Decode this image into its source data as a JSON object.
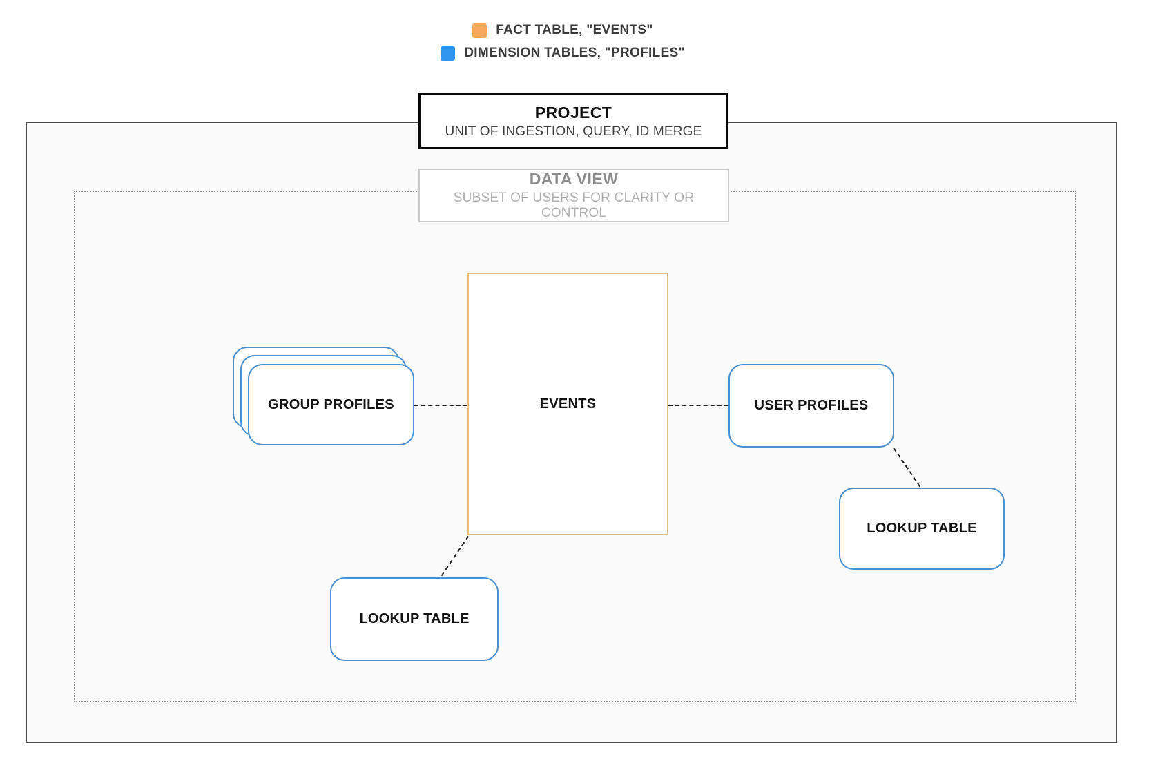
{
  "legend": {
    "items": [
      {
        "id": "fact",
        "swatch_color": "#F6A95C",
        "label": "FACT TABLE, \"EVENTS\""
      },
      {
        "id": "dimension",
        "swatch_color": "#2F96F0",
        "label": "DIMENSION TABLES, \"PROFILES\""
      }
    ]
  },
  "containers": {
    "project": {
      "title": "PROJECT",
      "subtitle": "UNIT OF INGESTION, QUERY, ID MERGE"
    },
    "data_view": {
      "title": "DATA VIEW",
      "subtitle": "SUBSET OF USERS FOR CLARITY OR CONTROL"
    }
  },
  "nodes": {
    "group_profiles": {
      "label": "GROUP PROFILES",
      "type": "dimension"
    },
    "events": {
      "label": "EVENTS",
      "type": "fact"
    },
    "user_profiles": {
      "label": "USER PROFILES",
      "type": "dimension"
    },
    "lookup_table_right": {
      "label": "LOOKUP TABLE",
      "type": "dimension"
    },
    "lookup_table_bottom": {
      "label": "LOOKUP TABLE",
      "type": "dimension"
    }
  },
  "edges": [
    {
      "from": "group_profiles",
      "to": "events",
      "style": "dashed"
    },
    {
      "from": "events",
      "to": "user_profiles",
      "style": "dashed"
    },
    {
      "from": "user_profiles",
      "to": "lookup_table_right",
      "style": "dashed"
    },
    {
      "from": "events",
      "to": "lookup_table_bottom",
      "style": "dashed"
    }
  ],
  "colors": {
    "fact_border": "#E8BC7D",
    "dimension_border": "#4A90CE",
    "legend_fact_swatch": "#F6A95C",
    "legend_dimension_swatch": "#2F96F0",
    "outer_border": "#4D4D4D",
    "dotted_border": "#858585",
    "connector": "#1C1C1C",
    "inner_background": "#FAFAFA"
  }
}
